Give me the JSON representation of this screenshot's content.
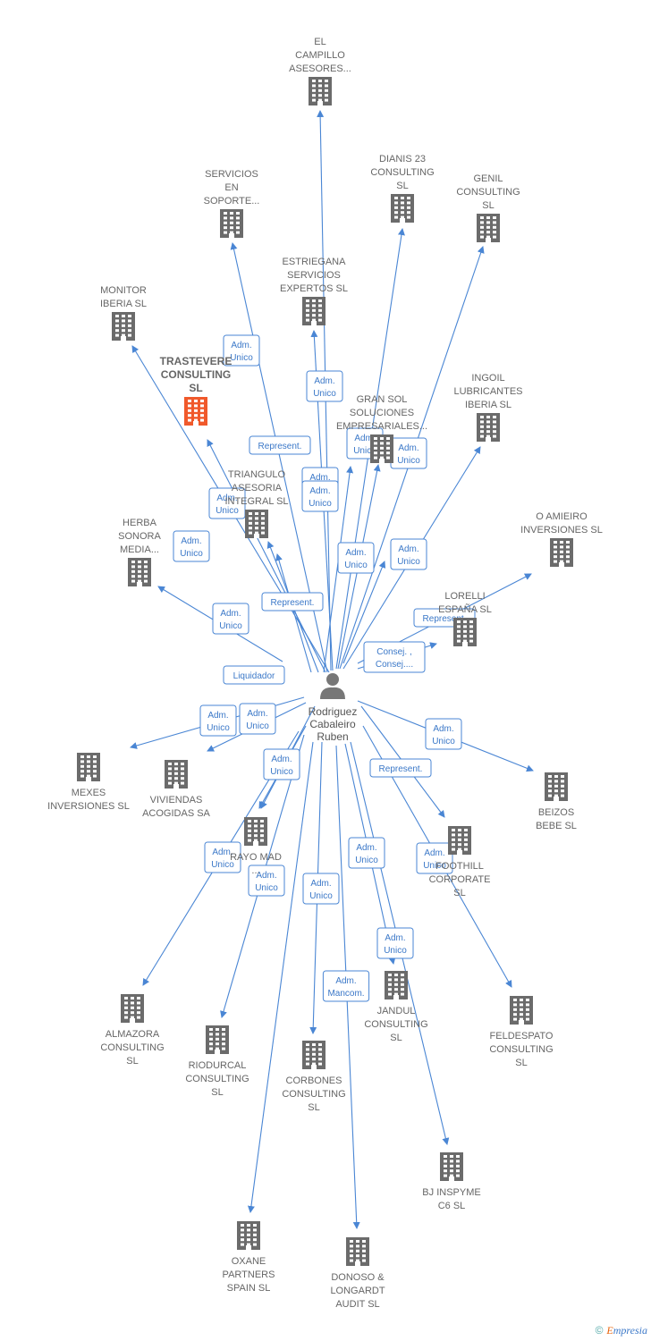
{
  "center": {
    "name": [
      "Rodriguez",
      "Cabaleiro",
      "Ruben"
    ],
    "icon": "person-icon"
  },
  "companies": [
    {
      "id": "el-campillo",
      "label": [
        "EL",
        "CAMPILLO",
        "ASESORES..."
      ]
    },
    {
      "id": "dianis",
      "label": [
        "DIANIS 23",
        "CONSULTING",
        "SL"
      ]
    },
    {
      "id": "genil",
      "label": [
        "GENIL",
        "CONSULTING",
        "SL"
      ]
    },
    {
      "id": "servicios",
      "label": [
        "SERVICIOS",
        "EN",
        "SOPORTE..."
      ]
    },
    {
      "id": "estriegana",
      "label": [
        "ESTRIEGANA",
        "SERVICIOS",
        "EXPERTOS  SL"
      ]
    },
    {
      "id": "monitor",
      "label": [
        "MONITOR",
        "IBERIA SL"
      ]
    },
    {
      "id": "trastevere",
      "label": [
        "TRASTEVERE",
        "CONSULTING",
        "SL"
      ],
      "focus": true
    },
    {
      "id": "gran-sol",
      "label": [
        "GRAN SOL",
        "SOLUCIONES",
        "EMPRESARIALES..."
      ]
    },
    {
      "id": "ingoil",
      "label": [
        "INGOIL",
        "LUBRICANTES",
        "IBERIA  SL"
      ]
    },
    {
      "id": "triangulo",
      "label": [
        "TRIANGULO",
        "ASESORIA",
        "INTEGRAL  SL"
      ]
    },
    {
      "id": "herba",
      "label": [
        "HERBA",
        "SONORA",
        "MEDIA..."
      ]
    },
    {
      "id": "o-amieiro",
      "label": [
        "O AMIEIRO",
        "INVERSIONES SL"
      ]
    },
    {
      "id": "lorelli",
      "label": [
        "LORELLI",
        "ESPAÑA  SL"
      ]
    },
    {
      "id": "mexes",
      "label": [
        "MEXES",
        "INVERSIONES SL"
      ]
    },
    {
      "id": "viviendas",
      "label": [
        "VIVIENDAS",
        "ACOGIDAS SA"
      ]
    },
    {
      "id": "beizos",
      "label": [
        "BEIZOS",
        "BEBE  SL"
      ]
    },
    {
      "id": "rayo-mad",
      "label": [
        "RAYO MAD",
        "..."
      ]
    },
    {
      "id": "foothill",
      "label": [
        "FOOTHILL",
        "CORPORATE",
        "SL"
      ]
    },
    {
      "id": "almazora",
      "label": [
        "ALMAZORA",
        "CONSULTING",
        "SL"
      ]
    },
    {
      "id": "riodurcal",
      "label": [
        "RIODURCAL",
        "CONSULTING",
        "SL"
      ]
    },
    {
      "id": "corbones",
      "label": [
        "CORBONES",
        "CONSULTING",
        "SL"
      ]
    },
    {
      "id": "jandul",
      "label": [
        "JANDUL",
        "CONSULTING",
        "SL"
      ]
    },
    {
      "id": "feldespato",
      "label": [
        "FELDESPATO",
        "CONSULTING",
        "SL"
      ]
    },
    {
      "id": "bj-inspyme",
      "label": [
        "BJ INSPYME",
        "C6 SL"
      ]
    },
    {
      "id": "oxane",
      "label": [
        "OXANE",
        "PARTNERS",
        "SPAIN  SL"
      ]
    },
    {
      "id": "donoso",
      "label": [
        "DONOSO &",
        "LONGARDT",
        "AUDIT SL"
      ]
    }
  ],
  "relations": [
    {
      "label": [
        "Adm.",
        "Unico"
      ]
    },
    {
      "label": [
        "Adm.",
        "Unico"
      ]
    },
    {
      "label": [
        "Represent."
      ]
    },
    {
      "label": [
        "Adm.",
        "Unico"
      ]
    },
    {
      "label": [
        "Adm.",
        "Unico"
      ]
    },
    {
      "label": [
        "Adm.",
        "Unico"
      ]
    },
    {
      "label": [
        "Adm.",
        "Unico"
      ]
    },
    {
      "label": [
        "Adm.",
        "Unico"
      ]
    },
    {
      "label": [
        "Adm.",
        "Unico"
      ]
    },
    {
      "label": [
        "Adm.",
        "Unico"
      ]
    },
    {
      "label": [
        "Represent."
      ]
    },
    {
      "label": [
        "Adm.",
        "Unico"
      ]
    },
    {
      "label": [
        "Adm.",
        "Unico"
      ]
    },
    {
      "label": [
        "Represent."
      ]
    },
    {
      "label": [
        "Consej. ,",
        "Consej...."
      ]
    },
    {
      "label": [
        "Adm.",
        "Unico"
      ]
    },
    {
      "label": [
        "Adm.",
        "Unico"
      ]
    },
    {
      "label": [
        "Liquidador"
      ]
    },
    {
      "label": [
        "Adm.",
        "Unico"
      ]
    },
    {
      "label": [
        "Adm.",
        "Unico"
      ]
    },
    {
      "label": [
        "Represent."
      ]
    },
    {
      "label": [
        "Adm.",
        "Unico"
      ]
    },
    {
      "label": [
        "Adm.",
        "Unico"
      ]
    },
    {
      "label": [
        "Adm.",
        "Unico"
      ]
    },
    {
      "label": [
        "Adm.",
        "Unico"
      ]
    },
    {
      "label": [
        "Adm.",
        "Unico"
      ]
    },
    {
      "label": [
        "Adm.",
        "Unico"
      ]
    },
    {
      "label": [
        "Adm.",
        "Mancom."
      ]
    }
  ],
  "colors": {
    "edge": "#4a86d4",
    "building": "#6b6b6b",
    "focus_building": "#f0592b",
    "person": "#777777"
  },
  "footer": {
    "copyright": "©",
    "brand_first": "E",
    "brand_rest": "mpresia"
  }
}
